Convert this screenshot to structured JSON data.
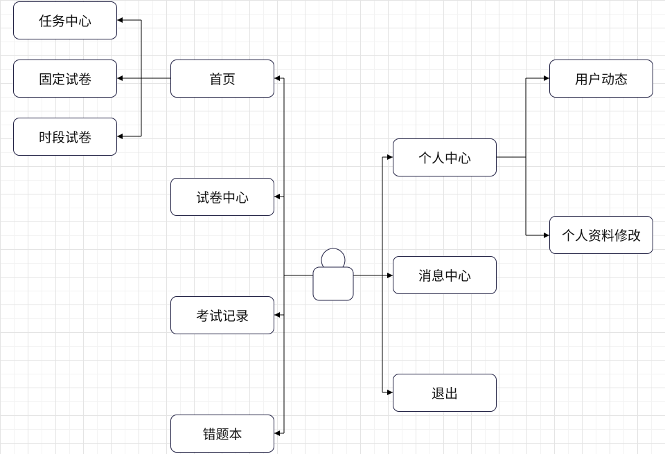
{
  "diagram": {
    "user": {
      "icon": "user-icon"
    },
    "main_nav": {
      "home": "首页",
      "paper_center": "试卷中心",
      "exam_records": "考试记录",
      "wrong_book": "错题本"
    },
    "home_children": {
      "task_center": "任务中心",
      "fixed_paper": "固定试卷",
      "timed_paper": "时段试卷"
    },
    "user_menu": {
      "personal_center": "个人中心",
      "message_center": "消息中心",
      "logout": "退出"
    },
    "personal_children": {
      "user_activity": "用户动态",
      "profile_edit": "个人资料修改"
    },
    "colors": {
      "node_border": "#222244",
      "line": "#000000"
    }
  }
}
